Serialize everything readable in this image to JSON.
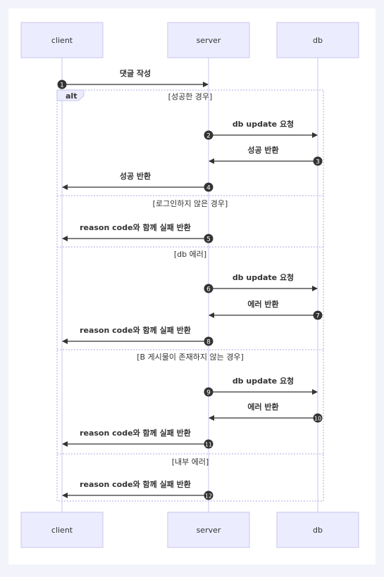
{
  "participants": [
    {
      "id": "client",
      "label": "client"
    },
    {
      "id": "server",
      "label": "server"
    },
    {
      "id": "db",
      "label": "db"
    }
  ],
  "alt_label": "alt",
  "sections": [
    {
      "condition": "[성공한 경우]"
    },
    {
      "condition": "[로그인하지 않은 경우]"
    },
    {
      "condition": "[db 에러]"
    },
    {
      "condition": "[B 게시물이 존재하지 않는 경우]"
    },
    {
      "condition": "[내부 에러]"
    }
  ],
  "messages": [
    {
      "num": "1",
      "from": "client",
      "to": "server",
      "text": "댓글 작성"
    },
    {
      "num": "2",
      "from": "server",
      "to": "db",
      "text": "db update 요청"
    },
    {
      "num": "3",
      "from": "db",
      "to": "server",
      "text": "성공 반환"
    },
    {
      "num": "4",
      "from": "server",
      "to": "client",
      "text": "성공 반환"
    },
    {
      "num": "5",
      "from": "server",
      "to": "client",
      "text": "reason code와 함께 실패 반환"
    },
    {
      "num": "6",
      "from": "server",
      "to": "db",
      "text": "db update 요청"
    },
    {
      "num": "7",
      "from": "db",
      "to": "server",
      "text": "에러 반환"
    },
    {
      "num": "8",
      "from": "server",
      "to": "client",
      "text": "reason code와 함께 실패 반환"
    },
    {
      "num": "9",
      "from": "server",
      "to": "db",
      "text": "db update 요청"
    },
    {
      "num": "10",
      "from": "db",
      "to": "server",
      "text": "에러 반환"
    },
    {
      "num": "11",
      "from": "server",
      "to": "client",
      "text": "reason code와 함께 실패 반환"
    },
    {
      "num": "12",
      "from": "server",
      "to": "client",
      "text": "reason code와 함께 실패 반환"
    }
  ],
  "colors": {
    "background": "#f3f4fb",
    "canvas": "#ffffff",
    "actor_fill": "#ececff",
    "actor_stroke": "#c9c6ee",
    "lifeline": "#c9c6ee",
    "arrow": "#333333",
    "badge": "#333333",
    "frame": "#c9c6ee"
  }
}
